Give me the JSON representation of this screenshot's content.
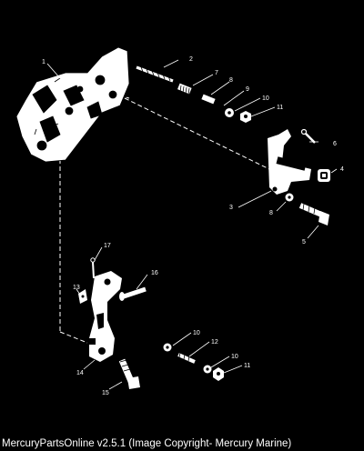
{
  "diagram": {
    "callouts": [
      {
        "id": "c1",
        "text": "1"
      },
      {
        "id": "c2",
        "text": "2"
      },
      {
        "id": "c3",
        "text": "3"
      },
      {
        "id": "c4",
        "text": "4"
      },
      {
        "id": "c5",
        "text": "5"
      },
      {
        "id": "c6",
        "text": "6"
      },
      {
        "id": "c7",
        "text": "7"
      },
      {
        "id": "c8a",
        "text": "8"
      },
      {
        "id": "c8b",
        "text": "8"
      },
      {
        "id": "c9",
        "text": "9"
      },
      {
        "id": "c10a",
        "text": "10"
      },
      {
        "id": "c10b",
        "text": "10"
      },
      {
        "id": "c10c",
        "text": "10"
      },
      {
        "id": "c11a",
        "text": "11"
      },
      {
        "id": "c11b",
        "text": "11"
      },
      {
        "id": "c12",
        "text": "12"
      },
      {
        "id": "c13",
        "text": "13"
      },
      {
        "id": "c14",
        "text": "14"
      },
      {
        "id": "c15",
        "text": "15"
      },
      {
        "id": "c16",
        "text": "16"
      },
      {
        "id": "c17",
        "text": "17"
      }
    ]
  },
  "caption": "MercuryPartsOnline v2.5.1 (Image Copyright- Mercury Marine)"
}
